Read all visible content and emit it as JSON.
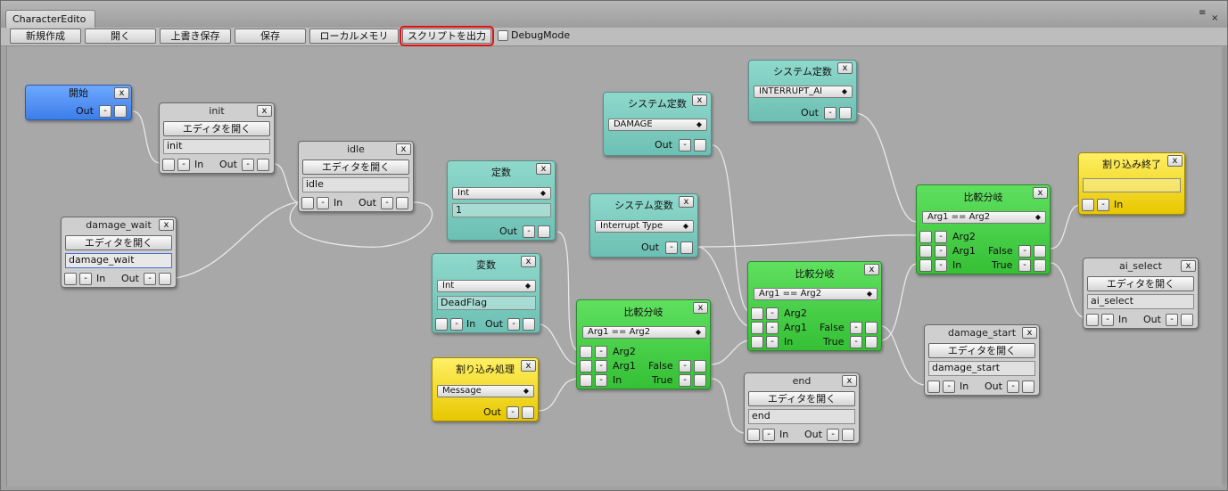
{
  "window": {
    "tab_title": "CharacterEdito",
    "menu_glyph": "≡",
    "close_glyph": "×"
  },
  "toolbar": {
    "buttons": [
      "新規作成",
      "開く",
      "上書き保存",
      "保存",
      "ローカルメモリ",
      "スクリプトを出力"
    ],
    "selected_button": "スクリプトを出力",
    "debug_label": "DebugMode",
    "debug_checked": false
  },
  "labels": {
    "close": "x",
    "minus": "-",
    "in": "In",
    "out": "Out",
    "arg1": "Arg1",
    "arg2": "Arg2",
    "false": "False",
    "true": "True",
    "open_editor": "エディタを開く"
  },
  "nodes": {
    "start": {
      "title": "開始"
    },
    "init": {
      "title": "init",
      "value": "init"
    },
    "idle": {
      "title": "idle",
      "value": "idle"
    },
    "damage_wait": {
      "title": "damage_wait",
      "value": "damage_wait"
    },
    "constant": {
      "title": "定数",
      "type": "Int",
      "value": "1"
    },
    "variable": {
      "title": "変数",
      "type": "Int",
      "value": "DeadFlag"
    },
    "interrupt_proc": {
      "title": "割り込み処理",
      "option": "Message"
    },
    "sysconst_damage": {
      "title": "システム定数",
      "option": "DAMAGE"
    },
    "sysvar": {
      "title": "システム変数",
      "option": "Interrupt Type"
    },
    "sysconst_interrupt": {
      "title": "システム定数",
      "option": "INTERRUPT_AI"
    },
    "compare_left": {
      "title": "比較分岐",
      "option": "Arg1 == Arg2"
    },
    "compare_mid": {
      "title": "比較分岐",
      "option": "Arg1 == Arg2"
    },
    "compare_right": {
      "title": "比較分岐",
      "option": "Arg1 == Arg2"
    },
    "end": {
      "title": "end",
      "value": "end"
    },
    "damage_start": {
      "title": "damage_start",
      "value": "damage_start"
    },
    "interrupt_end": {
      "title": "割り込み終了",
      "value": ""
    },
    "ai_select": {
      "title": "ai_select",
      "value": "ai_select"
    }
  },
  "colors": {
    "teal": "#7ccdc0",
    "green": "#44cc44",
    "yellow": "#f5dc1e",
    "blue": "#4a8cf0",
    "gray": "#cfcfcf",
    "selected_outline": "#e01010"
  }
}
